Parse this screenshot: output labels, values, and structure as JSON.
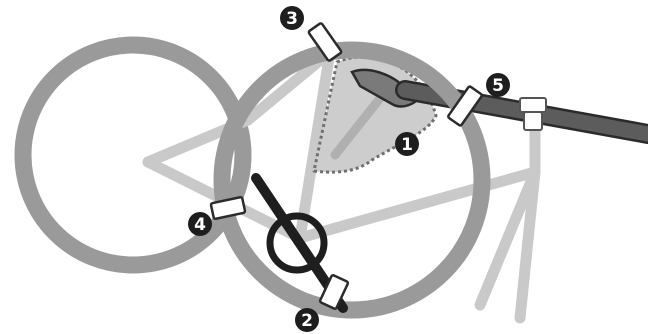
{
  "diagram": {
    "colors": {
      "wheel": "#9a9a9a",
      "frame": "#c9c9c9",
      "bag_fill": "#cdcdcd",
      "bag_outline": "#6f6f6f",
      "bar": "#5c5c5c",
      "strap": "#ffffff",
      "strap_outline": "#2b2b2b",
      "lock": "#1e1e1e",
      "marker": "#1e1e1e",
      "marker_text": "#ffffff"
    },
    "markers": [
      {
        "id": "1",
        "label": "1"
      },
      {
        "id": "2",
        "label": "2"
      },
      {
        "id": "3",
        "label": "3"
      },
      {
        "id": "4",
        "label": "4"
      },
      {
        "id": "5",
        "label": "5"
      }
    ]
  }
}
